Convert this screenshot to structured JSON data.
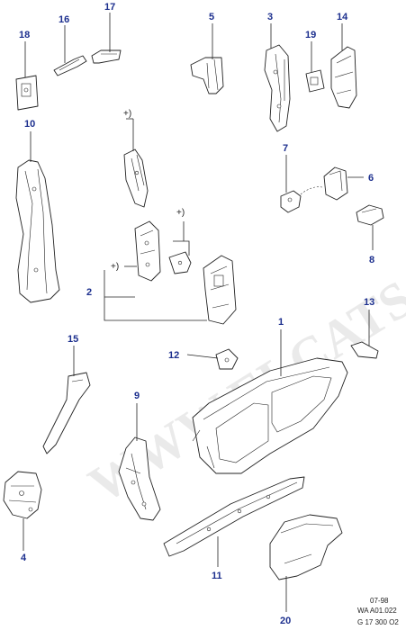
{
  "watermark": "WWW.ELCATS.RU",
  "parts": [
    {
      "id": "part-1",
      "label": "1"
    },
    {
      "id": "part-2",
      "label": "2"
    },
    {
      "id": "part-3",
      "label": "3"
    },
    {
      "id": "part-4",
      "label": "4"
    },
    {
      "id": "part-5",
      "label": "5"
    },
    {
      "id": "part-6",
      "label": "6"
    },
    {
      "id": "part-7",
      "label": "7"
    },
    {
      "id": "part-8",
      "label": "8"
    },
    {
      "id": "part-9",
      "label": "9"
    },
    {
      "id": "part-10",
      "label": "10"
    },
    {
      "id": "part-11",
      "label": "11"
    },
    {
      "id": "part-12",
      "label": "12"
    },
    {
      "id": "part-13",
      "label": "13"
    },
    {
      "id": "part-14",
      "label": "14"
    },
    {
      "id": "part-15",
      "label": "15"
    },
    {
      "id": "part-16",
      "label": "16"
    },
    {
      "id": "part-17",
      "label": "17"
    },
    {
      "id": "part-18",
      "label": "18"
    },
    {
      "id": "part-19",
      "label": "19"
    },
    {
      "id": "part-20",
      "label": "20"
    }
  ],
  "notes": {
    "plus_marker": "+)"
  },
  "footer": {
    "date": "07-98",
    "ref1": "WA A01.022",
    "ref2": "G 17 300 O2"
  },
  "colors": {
    "label": "#1c2f8e",
    "line": "#222222",
    "watermark": "#d9d9d9"
  }
}
